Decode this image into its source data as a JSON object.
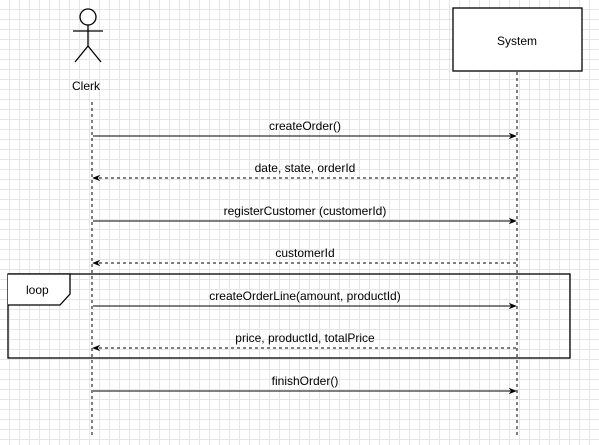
{
  "actors": {
    "clerk": {
      "label": "Clerk"
    },
    "system": {
      "label": "System"
    }
  },
  "fragments": [
    {
      "operator": "loop"
    }
  ],
  "messages": [
    {
      "label": "createOrder()",
      "direction": "clerk-to-system",
      "style": "solid"
    },
    {
      "label": "date, state, orderId",
      "direction": "system-to-clerk",
      "style": "dashed"
    },
    {
      "label": "registerCustomer (customerId)",
      "direction": "clerk-to-system",
      "style": "solid"
    },
    {
      "label": "customerId",
      "direction": "system-to-clerk",
      "style": "dashed"
    },
    {
      "label": "createOrderLine(amount, productId)",
      "direction": "clerk-to-system",
      "style": "solid"
    },
    {
      "label": "price, productId, totalPrice",
      "direction": "system-to-clerk",
      "style": "dashed"
    },
    {
      "label": "finishOrder()",
      "direction": "clerk-to-system",
      "style": "solid"
    }
  ]
}
